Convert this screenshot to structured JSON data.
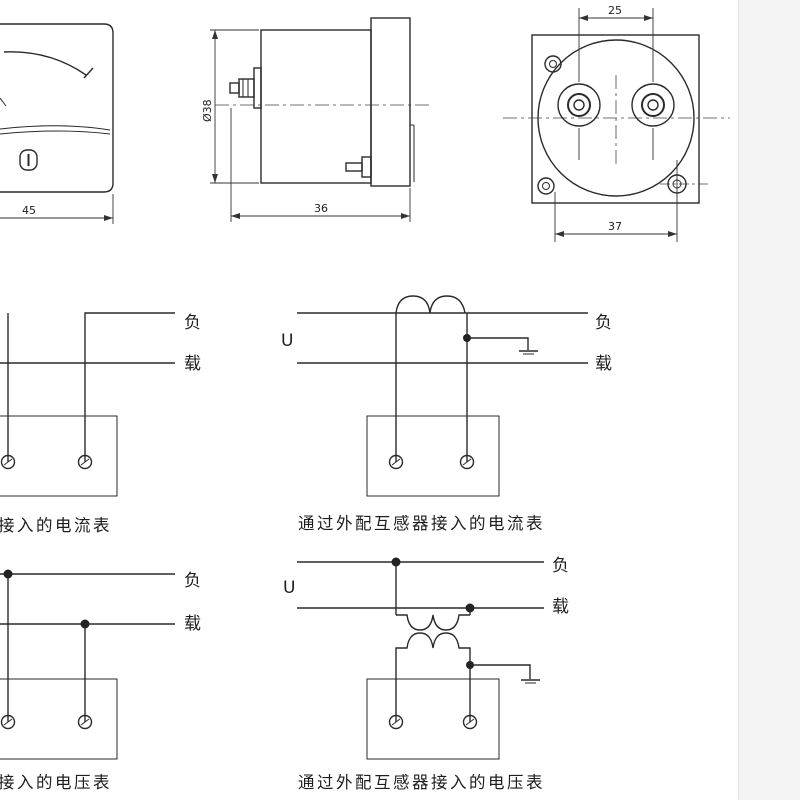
{
  "dimensions": {
    "front_width": "45",
    "side_depth": "36",
    "side_diameter": "Ø38",
    "back_spacing": "25",
    "back_width": "37"
  },
  "labels": {
    "load_top": "负",
    "load_bottom": "载",
    "voltage": "U"
  },
  "captions": {
    "ammeter_direct": "接入的电流表",
    "ammeter_ct": "通过外配互感器接入的电流表",
    "voltmeter_direct": "接入的电压表",
    "voltmeter_pt": "通过外配互感器接入的电压表"
  }
}
